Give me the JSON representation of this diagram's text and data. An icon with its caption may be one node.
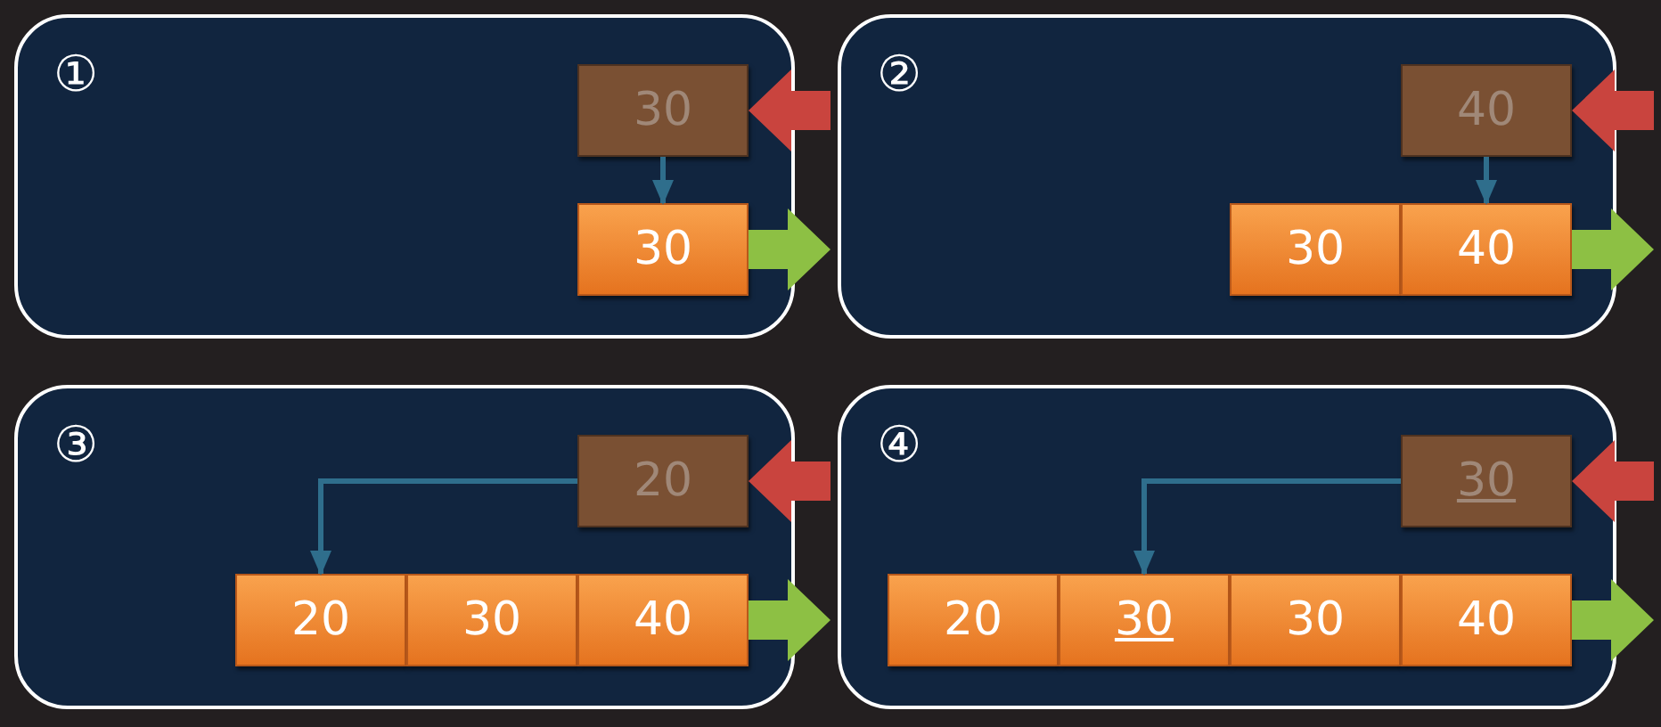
{
  "diagram": {
    "nodes": [
      {
        "text": [
          "①"
        ]
      },
      {
        "text": [
          "30"
        ],
        "in": 0
      },
      {
        "text": [
          "30"
        ],
        "in": 0
      },
      {
        "text": [
          "②"
        ]
      },
      {
        "text": [
          "40"
        ],
        "in": 3
      },
      {
        "text": [
          "30"
        ],
        "in": 3
      },
      {
        "text": [
          "40"
        ],
        "in": 3
      },
      {
        "text": [
          "③"
        ]
      },
      {
        "text": [
          "20"
        ],
        "in": 7
      },
      {
        "text": [
          "20"
        ],
        "in": 7
      },
      {
        "text": [
          "30"
        ],
        "in": 7
      },
      {
        "text": [
          "40"
        ],
        "in": 7
      },
      {
        "text": [
          "④"
        ]
      },
      {
        "text": [
          "30"
        ],
        "in": 12
      },
      {
        "text": [
          "20"
        ],
        "in": 12
      },
      {
        "text": [
          "30"
        ],
        "in": 12
      },
      {
        "text": [
          "30"
        ],
        "in": 12
      },
      {
        "text": [
          "40"
        ],
        "in": 12
      }
    ],
    "edges": [
      {
        "from": 1,
        "to": 2,
        "arrow": "to"
      },
      {
        "from": 4,
        "to": 6,
        "arrow": "to"
      },
      {
        "from": 8,
        "to": 9,
        "arrow": "to"
      },
      {
        "from": 13,
        "to": 15,
        "arrow": "to"
      }
    ]
  }
}
